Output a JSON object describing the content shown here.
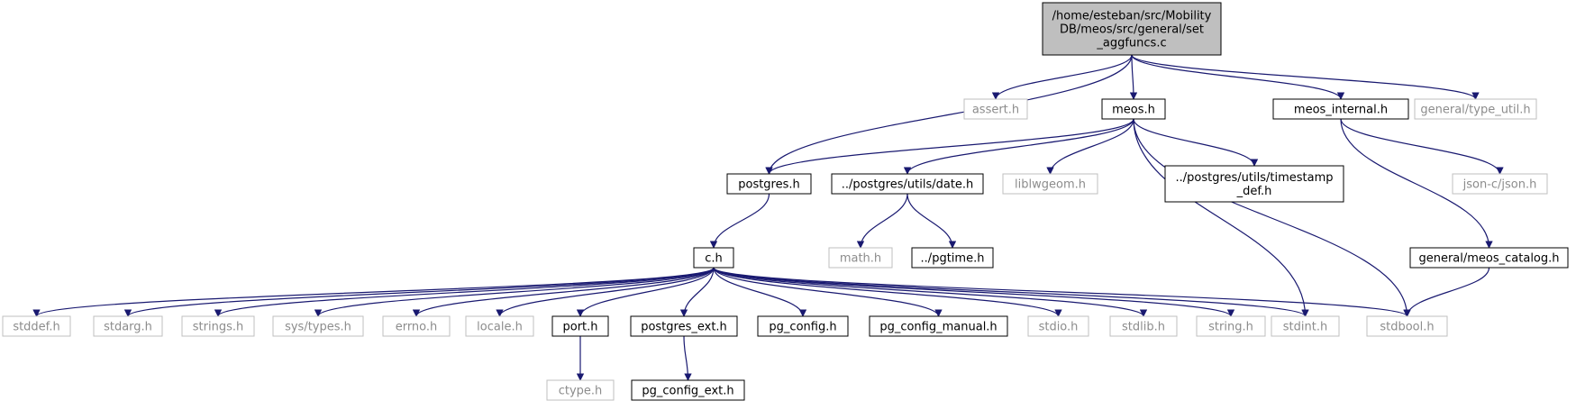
{
  "colors": {
    "edge": "#191970",
    "root_fill": "#bfbfbf",
    "root_stroke": "#000000",
    "documented_stroke": "#000000",
    "external_stroke": "#bfbfbf",
    "external_text": "#8c8c8c",
    "text": "#000000"
  },
  "nodes": [
    {
      "id": "root",
      "lines": [
        "/home/esteban/src/Mobility",
        "DB/meos/src/general/set",
        "_aggfuncs.c"
      ],
      "kind": "root"
    },
    {
      "id": "assert",
      "lines": [
        "assert.h"
      ],
      "kind": "external"
    },
    {
      "id": "meos",
      "lines": [
        "meos.h"
      ],
      "kind": "documented"
    },
    {
      "id": "meos_internal",
      "lines": [
        "meos_internal.h"
      ],
      "kind": "documented"
    },
    {
      "id": "type_util",
      "lines": [
        "general/type_util.h"
      ],
      "kind": "external"
    },
    {
      "id": "postgres",
      "lines": [
        "postgres.h"
      ],
      "kind": "documented"
    },
    {
      "id": "date",
      "lines": [
        "../postgres/utils/date.h"
      ],
      "kind": "documented"
    },
    {
      "id": "liblwgeom",
      "lines": [
        "liblwgeom.h"
      ],
      "kind": "external"
    },
    {
      "id": "timestamp_def",
      "lines": [
        "../postgres/utils/timestamp",
        "_def.h"
      ],
      "kind": "documented"
    },
    {
      "id": "json",
      "lines": [
        "json-c/json.h"
      ],
      "kind": "external"
    },
    {
      "id": "c",
      "lines": [
        "c.h"
      ],
      "kind": "documented"
    },
    {
      "id": "math",
      "lines": [
        "math.h"
      ],
      "kind": "external"
    },
    {
      "id": "pgtime",
      "lines": [
        "../pgtime.h"
      ],
      "kind": "documented"
    },
    {
      "id": "meos_catalog",
      "lines": [
        "general/meos_catalog.h"
      ],
      "kind": "documented"
    },
    {
      "id": "stddef",
      "lines": [
        "stddef.h"
      ],
      "kind": "external"
    },
    {
      "id": "stdarg",
      "lines": [
        "stdarg.h"
      ],
      "kind": "external"
    },
    {
      "id": "strings",
      "lines": [
        "strings.h"
      ],
      "kind": "external"
    },
    {
      "id": "systypes",
      "lines": [
        "sys/types.h"
      ],
      "kind": "external"
    },
    {
      "id": "errno",
      "lines": [
        "errno.h"
      ],
      "kind": "external"
    },
    {
      "id": "locale",
      "lines": [
        "locale.h"
      ],
      "kind": "external"
    },
    {
      "id": "port",
      "lines": [
        "port.h"
      ],
      "kind": "documented"
    },
    {
      "id": "postgres_ext",
      "lines": [
        "postgres_ext.h"
      ],
      "kind": "documented"
    },
    {
      "id": "pg_config",
      "lines": [
        "pg_config.h"
      ],
      "kind": "documented"
    },
    {
      "id": "pg_config_manual",
      "lines": [
        "pg_config_manual.h"
      ],
      "kind": "documented"
    },
    {
      "id": "stdio",
      "lines": [
        "stdio.h"
      ],
      "kind": "external"
    },
    {
      "id": "stdlib",
      "lines": [
        "stdlib.h"
      ],
      "kind": "external"
    },
    {
      "id": "string",
      "lines": [
        "string.h"
      ],
      "kind": "external"
    },
    {
      "id": "stdint",
      "lines": [
        "stdint.h"
      ],
      "kind": "external"
    },
    {
      "id": "stdbool",
      "lines": [
        "stdbool.h"
      ],
      "kind": "external"
    },
    {
      "id": "ctype",
      "lines": [
        "ctype.h"
      ],
      "kind": "external"
    },
    {
      "id": "pg_config_ext",
      "lines": [
        "pg_config_ext.h"
      ],
      "kind": "documented"
    }
  ],
  "edges": [
    [
      "root",
      "assert"
    ],
    [
      "root",
      "meos"
    ],
    [
      "root",
      "meos_internal"
    ],
    [
      "root",
      "type_util"
    ],
    [
      "root",
      "postgres"
    ],
    [
      "meos",
      "postgres"
    ],
    [
      "meos",
      "date"
    ],
    [
      "meos",
      "liblwgeom"
    ],
    [
      "meos",
      "timestamp_def"
    ],
    [
      "meos",
      "stdint"
    ],
    [
      "meos",
      "stdbool"
    ],
    [
      "meos_internal",
      "json"
    ],
    [
      "meos_internal",
      "meos_catalog"
    ],
    [
      "postgres",
      "c"
    ],
    [
      "date",
      "math"
    ],
    [
      "date",
      "pgtime"
    ],
    [
      "meos_catalog",
      "stdbool"
    ],
    [
      "c",
      "stddef"
    ],
    [
      "c",
      "stdarg"
    ],
    [
      "c",
      "strings"
    ],
    [
      "c",
      "systypes"
    ],
    [
      "c",
      "errno"
    ],
    [
      "c",
      "locale"
    ],
    [
      "c",
      "port"
    ],
    [
      "c",
      "postgres_ext"
    ],
    [
      "c",
      "pg_config"
    ],
    [
      "c",
      "pg_config_manual"
    ],
    [
      "c",
      "stdio"
    ],
    [
      "c",
      "stdlib"
    ],
    [
      "c",
      "string"
    ],
    [
      "c",
      "stdint"
    ],
    [
      "c",
      "stdbool"
    ],
    [
      "port",
      "ctype"
    ],
    [
      "postgres_ext",
      "pg_config_ext"
    ]
  ]
}
